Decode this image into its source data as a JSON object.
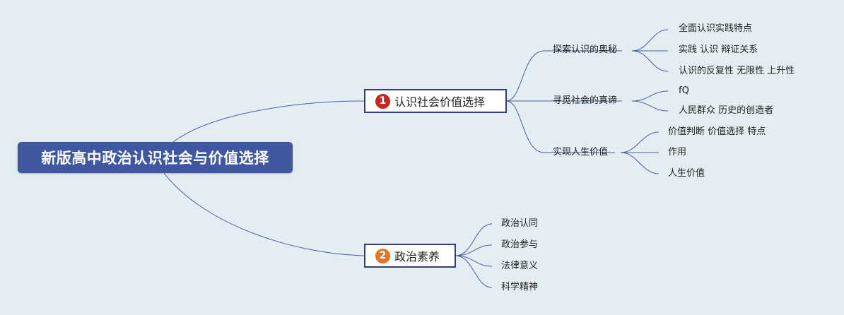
{
  "root": {
    "label": "新版高中政治认识社会与价值选择"
  },
  "colors": {
    "background": "#e4edf1",
    "root_fill": "#3f57a1",
    "branch_border": "#2f3f80",
    "line": "#4b5f9e",
    "badge1": "#c8251b",
    "badge2": "#e8731e"
  },
  "branches": [
    {
      "badge": "1",
      "label": "认识社会价值选择",
      "subtopics": [
        {
          "label": "探索认识的奥秘",
          "items": [
            "全面认识实践特点",
            "实践 认识 辩证关系",
            "认识的反复性 无限性 上升性"
          ]
        },
        {
          "label": "寻觅社会的真谛",
          "items": [
            "fQ",
            "人民群众 历史的创造者"
          ]
        },
        {
          "label": "实现人生价值",
          "items": [
            "价值判断 价值选择 特点",
            "作用",
            "人生价值"
          ]
        }
      ]
    },
    {
      "badge": "2",
      "label": "政治素养",
      "items": [
        "政治认同",
        "政治参与",
        "法律意义",
        "科学精神"
      ]
    }
  ]
}
